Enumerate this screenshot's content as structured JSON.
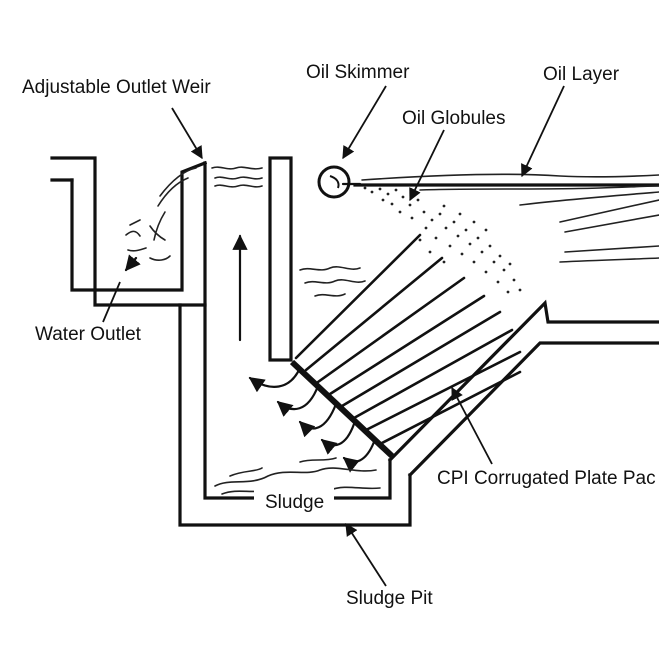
{
  "labels": {
    "adjustable_outlet_weir": "Adjustable Outlet Weir",
    "oil_skimmer": "Oil Skimmer",
    "oil_layer": "Oil Layer",
    "oil_globules": "Oil Globules",
    "water_outlet": "Water Outlet",
    "cpi_plate_pack": "CPI Corrugated Plate Pac",
    "sludge": "Sludge",
    "sludge_pit": "Sludge Pit"
  }
}
